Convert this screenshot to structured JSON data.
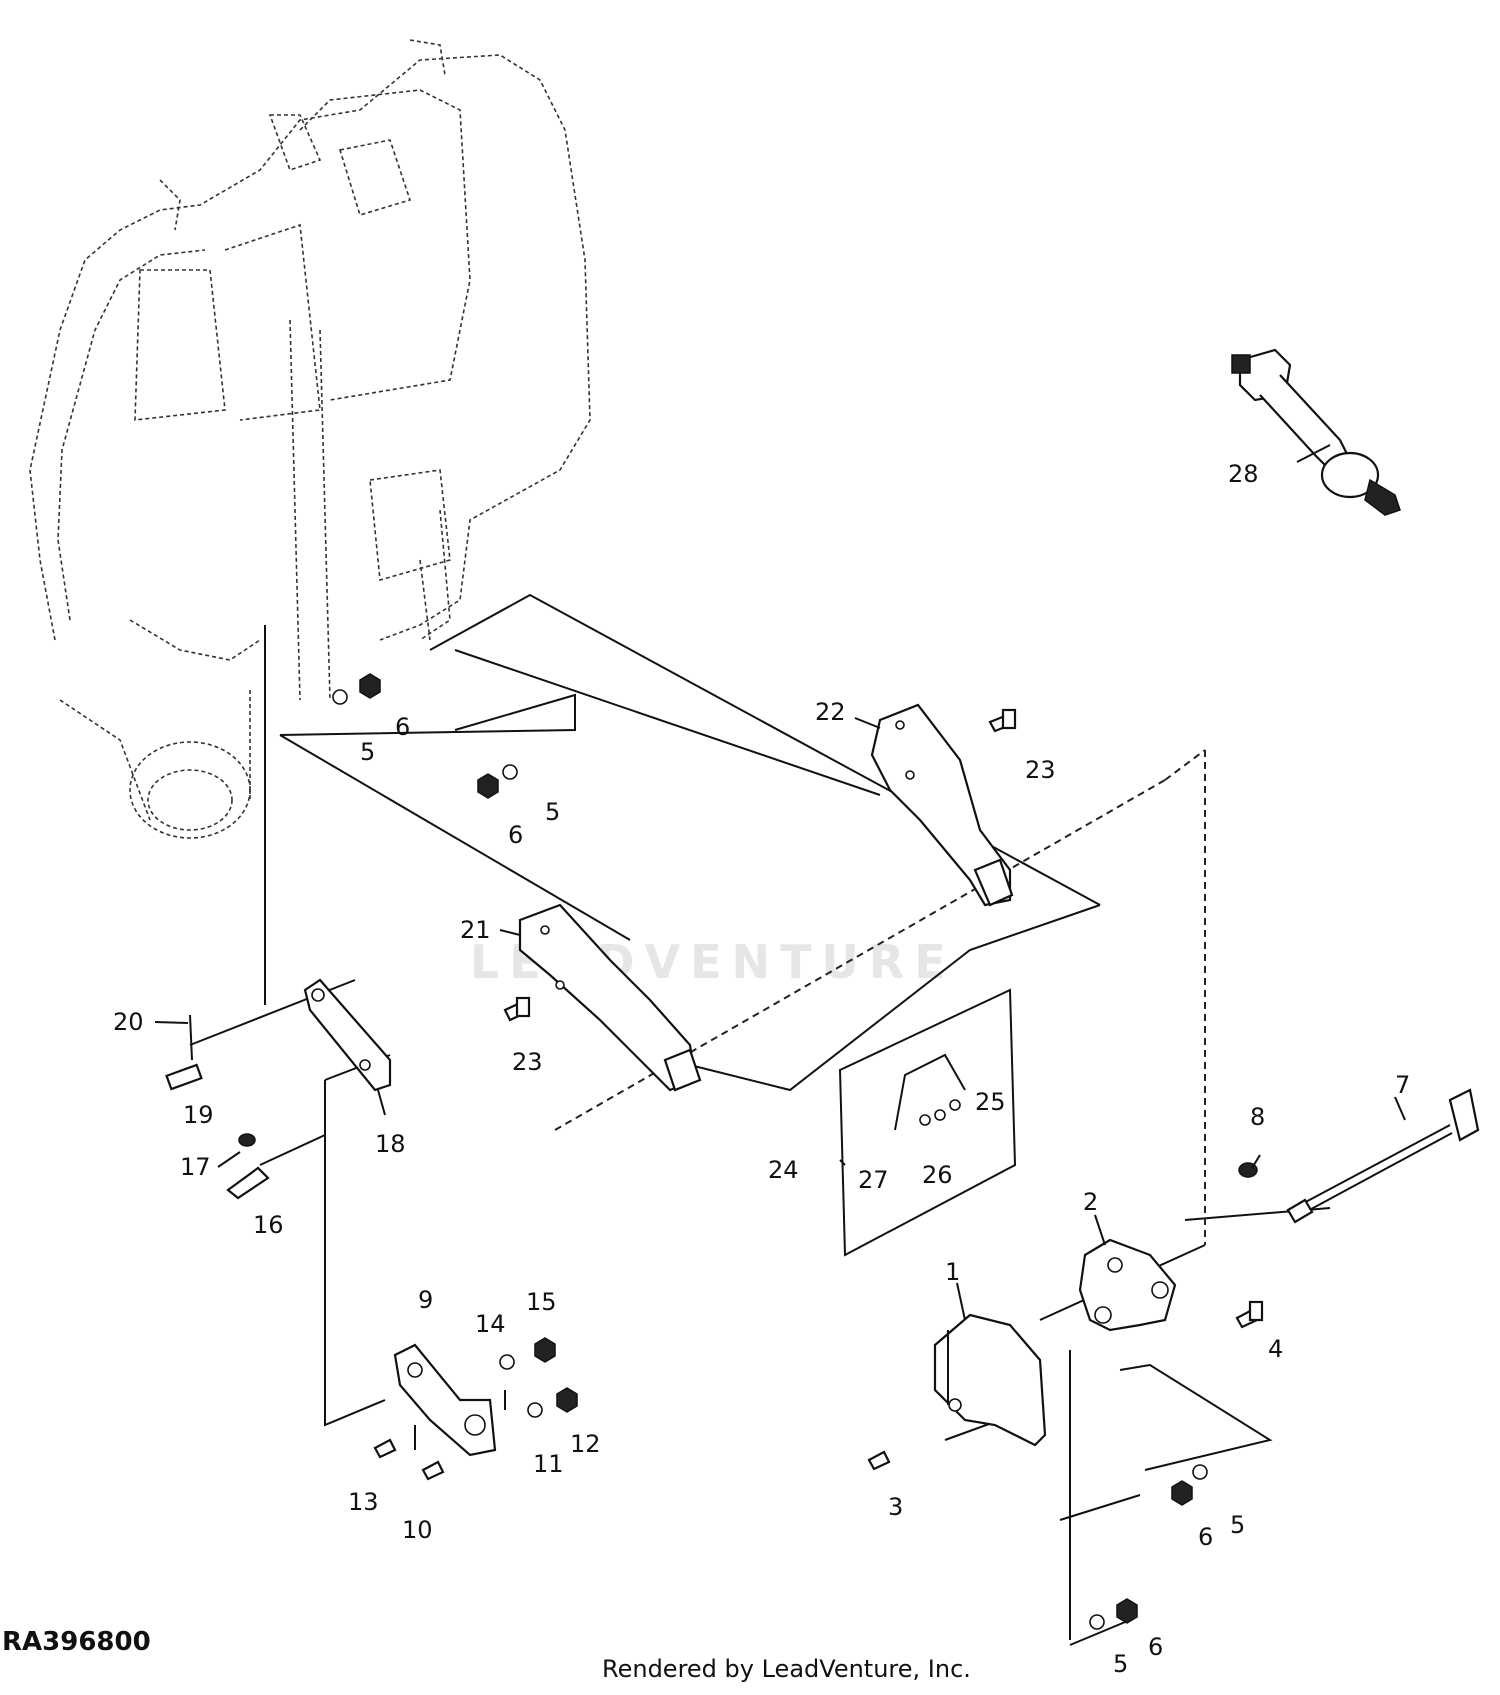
{
  "figure_id": "RA396800",
  "credit": "Rendered by LeadVenture, Inc.",
  "watermark": "LEADVENTURE",
  "callouts": [
    {
      "key": "c1",
      "text": "1"
    },
    {
      "key": "c2",
      "text": "2"
    },
    {
      "key": "c3",
      "text": "3"
    },
    {
      "key": "c4",
      "text": "4"
    },
    {
      "key": "c5a",
      "text": "5"
    },
    {
      "key": "c5b",
      "text": "5"
    },
    {
      "key": "c5c",
      "text": "5"
    },
    {
      "key": "c5d",
      "text": "5"
    },
    {
      "key": "c6a",
      "text": "6"
    },
    {
      "key": "c6b",
      "text": "6"
    },
    {
      "key": "c6c",
      "text": "6"
    },
    {
      "key": "c6d",
      "text": "6"
    },
    {
      "key": "c7",
      "text": "7"
    },
    {
      "key": "c8",
      "text": "8"
    },
    {
      "key": "c9",
      "text": "9"
    },
    {
      "key": "c10",
      "text": "10"
    },
    {
      "key": "c11",
      "text": "11"
    },
    {
      "key": "c12",
      "text": "12"
    },
    {
      "key": "c13",
      "text": "13"
    },
    {
      "key": "c14",
      "text": "14"
    },
    {
      "key": "c15",
      "text": "15"
    },
    {
      "key": "c16",
      "text": "16"
    },
    {
      "key": "c17",
      "text": "17"
    },
    {
      "key": "c18",
      "text": "18"
    },
    {
      "key": "c19",
      "text": "19"
    },
    {
      "key": "c20",
      "text": "20"
    },
    {
      "key": "c21",
      "text": "21"
    },
    {
      "key": "c22",
      "text": "22"
    },
    {
      "key": "c23a",
      "text": "23"
    },
    {
      "key": "c23b",
      "text": "23"
    },
    {
      "key": "c24",
      "text": "24"
    },
    {
      "key": "c25",
      "text": "25"
    },
    {
      "key": "c26",
      "text": "26"
    },
    {
      "key": "c27",
      "text": "27"
    },
    {
      "key": "c28",
      "text": "28"
    }
  ]
}
